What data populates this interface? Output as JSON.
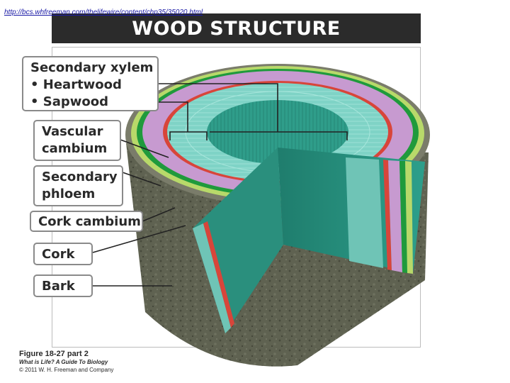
{
  "source_url": "http://bcs.whfreeman.com/thelifewire/content/chp35/35020.html",
  "title": "WOOD STRUCTURE",
  "labels": {
    "secondary_xylem": "Secondary xylem",
    "heartwood": "• Heartwood",
    "sapwood": "• Sapwood",
    "vascular_line1": "Vascular",
    "vascular_line2": "cambium",
    "phloem_line1": "Secondary",
    "phloem_line2": "phloem",
    "cork_cambium": "Cork cambium",
    "cork": "Cork",
    "bark": "Bark"
  },
  "caption": {
    "figure": "Figure 18-27 part 2",
    "book": "What is Life? A Guide To Biology",
    "copyright": "© 2011 W. H. Freeman and Company"
  },
  "colors": {
    "bark": "#5c5f4e",
    "cork": "#b8d96a",
    "cork_cambium": "#1f9a3c",
    "secondary_phloem": "#c79ad0",
    "vascular_cambium": "#d8453a",
    "sapwood": "#7fd3c6",
    "heartwood": "#3aa896"
  }
}
